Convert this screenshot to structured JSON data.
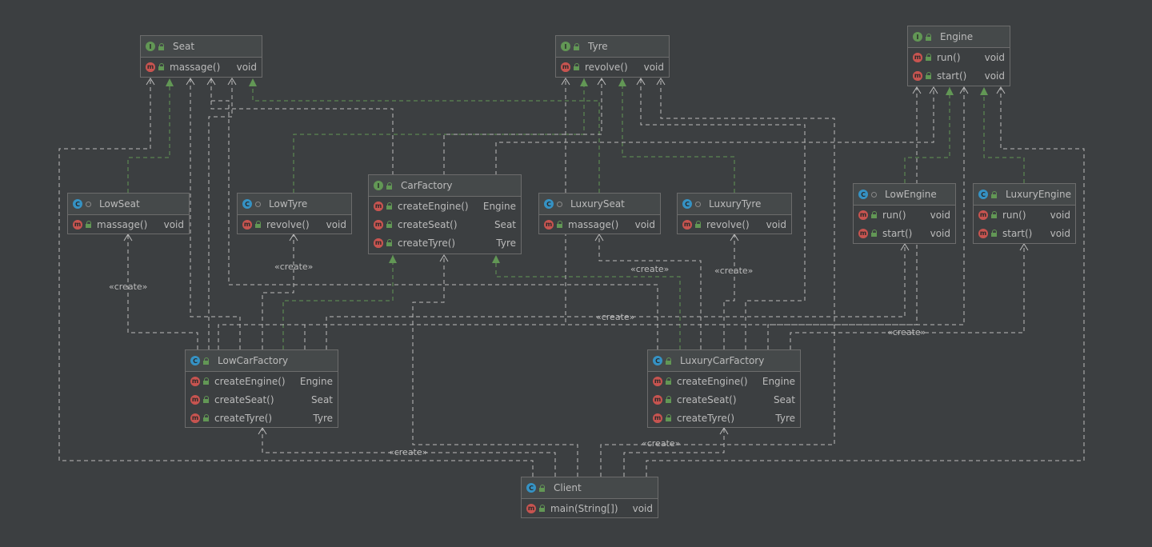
{
  "colors": {
    "background": "#3c3f41",
    "implements": "#629755",
    "dependency": "#bbbbbb",
    "interface_badge": "#629755",
    "class_badge": "#3592c4",
    "method_badge": "#c75450"
  },
  "nodes": {
    "seat": {
      "title": "Seat",
      "kind": "I",
      "methods": [
        {
          "name": "massage()",
          "ret": "void",
          "abstract": true
        }
      ]
    },
    "tyre": {
      "title": "Tyre",
      "kind": "I",
      "methods": [
        {
          "name": "revolve()",
          "ret": "void",
          "abstract": true
        }
      ]
    },
    "engine": {
      "title": "Engine",
      "kind": "I",
      "methods": [
        {
          "name": "run()",
          "ret": "void",
          "abstract": true
        },
        {
          "name": "start()",
          "ret": "void",
          "abstract": true
        }
      ]
    },
    "carfactory": {
      "title": "CarFactory",
      "kind": "I",
      "methods": [
        {
          "name": "createEngine()",
          "ret": "Engine",
          "abstract": true
        },
        {
          "name": "createSeat()",
          "ret": "Seat",
          "abstract": true
        },
        {
          "name": "createTyre()",
          "ret": "Tyre",
          "abstract": true
        }
      ]
    },
    "lowseat": {
      "title": "LowSeat",
      "kind": "C",
      "methods": [
        {
          "name": "massage()",
          "ret": "void"
        }
      ]
    },
    "lowtyre": {
      "title": "LowTyre",
      "kind": "C",
      "methods": [
        {
          "name": "revolve()",
          "ret": "void"
        }
      ]
    },
    "luxuryseat": {
      "title": "LuxurySeat",
      "kind": "C",
      "methods": [
        {
          "name": "massage()",
          "ret": "void"
        }
      ]
    },
    "luxurytyre": {
      "title": "LuxuryTyre",
      "kind": "C",
      "methods": [
        {
          "name": "revolve()",
          "ret": "void"
        }
      ]
    },
    "lowengine": {
      "title": "LowEngine",
      "kind": "C",
      "methods": [
        {
          "name": "run()",
          "ret": "void"
        },
        {
          "name": "start()",
          "ret": "void"
        }
      ]
    },
    "luxuryengine": {
      "title": "LuxuryEngine",
      "kind": "C",
      "methods": [
        {
          "name": "run()",
          "ret": "void"
        },
        {
          "name": "start()",
          "ret": "void"
        }
      ]
    },
    "lowcarfactory": {
      "title": "LowCarFactory",
      "kind": "C",
      "methods": [
        {
          "name": "createEngine()",
          "ret": "Engine"
        },
        {
          "name": "createSeat()",
          "ret": "Seat"
        },
        {
          "name": "createTyre()",
          "ret": "Tyre"
        }
      ]
    },
    "luxurycarfactory": {
      "title": "LuxuryCarFactory",
      "kind": "C",
      "methods": [
        {
          "name": "createEngine()",
          "ret": "Engine"
        },
        {
          "name": "createSeat()",
          "ret": "Seat"
        },
        {
          "name": "createTyre()",
          "ret": "Tyre"
        }
      ]
    },
    "client": {
      "title": "Client",
      "kind": "C",
      "methods": [
        {
          "name": "main(String[])",
          "ret": "void"
        }
      ]
    }
  },
  "stereotype": "«create»",
  "labels": [
    "«create»",
    "«create»",
    "«create»",
    "«create»",
    "«create»",
    "«create»",
    "«create»",
    "«create»"
  ]
}
